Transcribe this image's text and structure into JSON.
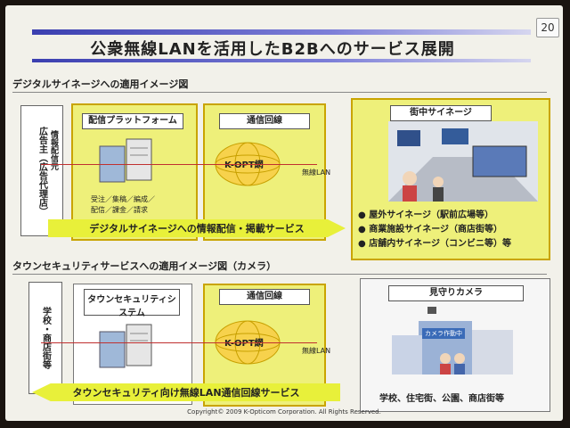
{
  "page": {
    "number": "20",
    "title": "公衆無線LANを活用したB2Bへのサービス展開",
    "footer": "Copyright© 2009 K-Opticom Corporation. All Rights Reserved."
  },
  "top": {
    "section": "デジタルサイネージへの適用イメージ図",
    "left_label": "広告主（広告代理店）",
    "source_label": "情報配信元",
    "platform_header": "配信プラットフォーム",
    "platform_lines": [
      "受注／集稿／編成／",
      "配信／課金／請求"
    ],
    "line_header": "通信回線",
    "kopt": "K-OPT網",
    "wlan": "無線LAN",
    "town_header": "街中サイネージ",
    "bullets": [
      "屋外サイネージ（駅前広場等）",
      "商業施設サイネージ（商店街等）",
      "店舗内サイネージ（コンビニ等）等"
    ],
    "service": "デジタルサイネージへの情報配信・掲載サービス"
  },
  "bottom": {
    "section": "タウンセキュリティサービスへの適用イメージ図（カメラ）",
    "left_label": "学校・商店街等",
    "system_header": "タウンセキュリティシステム",
    "line_header": "通信回線",
    "kopt": "K-OPT網",
    "wlan": "無線LAN",
    "camera_header": "見守りカメラ",
    "sign_text": "カメラ作動中",
    "places": "学校、住宅街、公園、商店街等",
    "service": "タウンセキュリティ向け無線LAN通信回線サービス"
  }
}
